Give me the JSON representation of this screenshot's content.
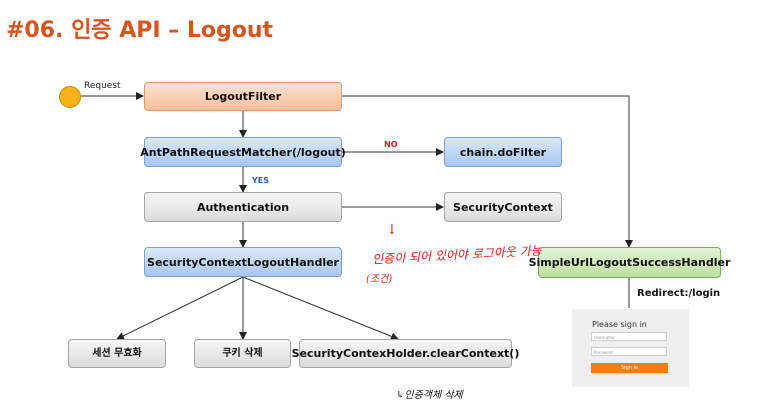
{
  "title": "#06. 인증 API – Logout",
  "labels": {
    "request": "Request",
    "no": "NO",
    "yes": "YES",
    "redirect": "Redirect:/login"
  },
  "nodes": {
    "logout_filter": "LogoutFilter",
    "ant_path_matcher": "AntPathRequestMatcher(/logout)",
    "chain_do_filter": "chain.doFilter",
    "authentication": "Authentication",
    "security_context": "SecurityContext",
    "logout_handler": "SecurityContextLogoutHandler",
    "success_handler": "SimpleUrlLogoutSuccessHandler",
    "session_invalidate": "세션 무효화",
    "cookie_delete": "쿠키 삭제",
    "clear_context": "SecurityContexHolder.clearContext()"
  },
  "annotations": {
    "arrow_mark": "↓",
    "auth_note": "인증이 되어 있어야 로그아웃 가능",
    "auth_note_sub": "(조건)",
    "clear_note": "↳인증객체 삭제"
  },
  "login_form": {
    "heading": "Please sign in",
    "username_placeholder": "Username",
    "password_placeholder": "Password",
    "button": "Sign in"
  },
  "colors": {
    "title": "#d9531e",
    "filter": "#f8bf9c",
    "decision": "#a9c6ef",
    "process": "#dcdcdc",
    "success": "#bedfa1",
    "start": "#f6b21b",
    "annotation": "#e0201a",
    "login_button": "#f47d0f"
  }
}
